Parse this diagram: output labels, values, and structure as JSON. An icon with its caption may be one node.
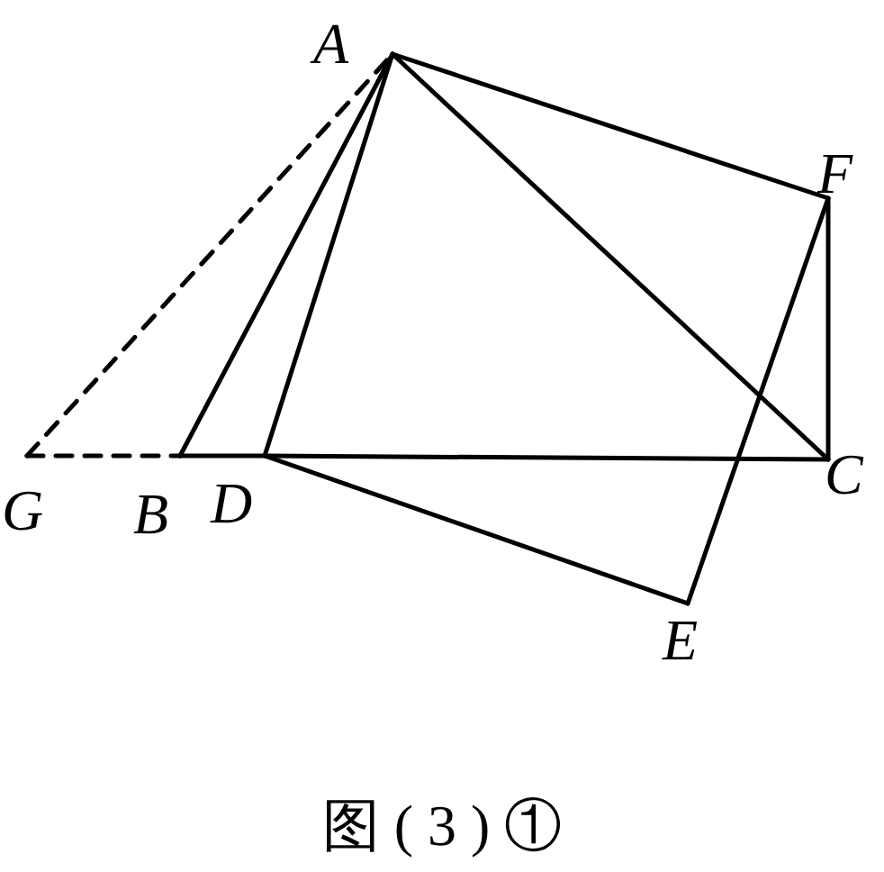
{
  "diagram": {
    "caption": "图 ( 3 ) ①",
    "nodes": [
      {
        "text": [
          "A"
        ]
      },
      {
        "text": [
          "F"
        ]
      },
      {
        "text": [
          "C"
        ]
      },
      {
        "text": [
          "E"
        ]
      },
      {
        "text": [
          "D"
        ]
      },
      {
        "text": [
          "B"
        ]
      },
      {
        "text": [
          "G"
        ]
      }
    ],
    "edges": [
      {
        "from": 0,
        "to": 1,
        "arrow": "none"
      },
      {
        "from": 1,
        "to": 2,
        "arrow": "none"
      },
      {
        "from": 0,
        "to": 2,
        "arrow": "none"
      },
      {
        "from": 0,
        "to": 4,
        "arrow": "none"
      },
      {
        "from": 0,
        "to": 5,
        "arrow": "none"
      },
      {
        "from": 5,
        "to": 4,
        "arrow": "none"
      },
      {
        "from": 4,
        "to": 2,
        "arrow": "none"
      },
      {
        "from": 4,
        "to": 3,
        "arrow": "none"
      },
      {
        "from": 3,
        "to": 1,
        "arrow": "none"
      },
      {
        "from": 6,
        "to": 0,
        "arrow": "none",
        "style": "dashed"
      },
      {
        "from": 6,
        "to": 5,
        "arrow": "none",
        "style": "dashed"
      }
    ]
  }
}
